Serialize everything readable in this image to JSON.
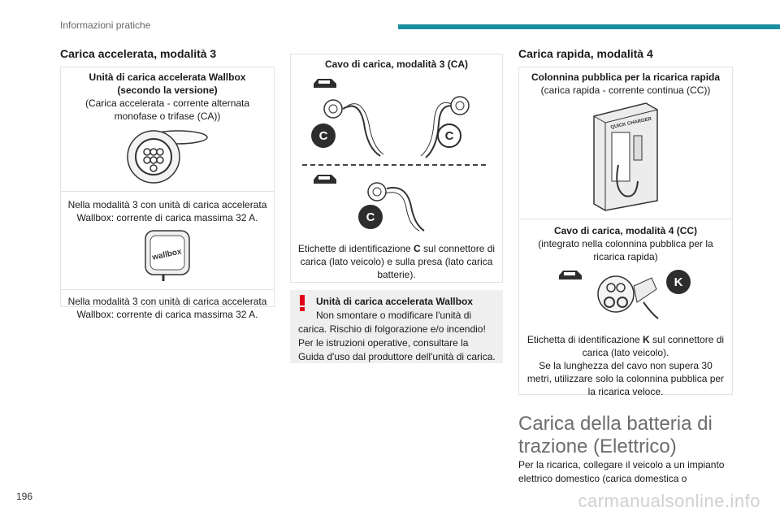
{
  "header": {
    "section": "Informazioni pratiche"
  },
  "page_number": "196",
  "watermark": "carmanualsonline.info",
  "col1": {
    "title": "Carica accelerata, modalità 3",
    "cell1": {
      "title": "Unità di carica accelerata Wallbox (secondo la versione)",
      "desc": "(Carica accelerata - corrente alternata monofase o trifase (CA))"
    },
    "cell2": {
      "desc": "Nella modalità 3 con unità di carica accelerata Wallbox: corrente di carica massima 32 A."
    },
    "cell3": {
      "desc": "Nella modalità 3 con unità di carica accelerata Wallbox: corrente di carica massima 32 A."
    },
    "wallbox_logo": "wallbox"
  },
  "col2": {
    "cable_title": "Cavo di carica, modalità 3 (CA)",
    "label_c": "C",
    "caption_pre": "Etichette di identificazione ",
    "caption_bold": "C",
    "caption_post": " sul connettore di carica (lato veicolo) e sulla presa (lato carica batterie).",
    "warning": {
      "title": "Unità di carica accelerata Wallbox",
      "line1": "Non smontare o modificare l'unità di",
      "rest": "carica. Rischio di folgorazione e/o incendio! Per le istruzioni operative, consultare la Guida d'uso dal produttore dell'unità di carica."
    }
  },
  "col3": {
    "title": "Carica rapida, modalità 4",
    "cell1": {
      "title": "Colonnina pubblica per la ricarica rapida",
      "desc": "(carica rapida - corrente continua (CC))"
    },
    "charger_sign": "QUICK CHARGER",
    "cell2": {
      "title": "Cavo di carica, modalità 4 (CC)",
      "desc": "(integrato nella colonnina pubblica per la ricarica rapida)"
    },
    "label_k": "K",
    "caption_pre": "Etichetta di identificazione  ",
    "caption_bold": "K",
    "caption_post": "  sul connettore di carica (lato veicolo).",
    "caption2": "Se la lunghezza del cavo non supera 30 metri, utilizzare solo la colonnina pubblica per la ricarica veloce.",
    "big_title": "Carica della batteria di trazione (Elettrico)",
    "body": "Per la ricarica, collegare il veicolo a un impianto elettrico domestico (carica domestica o"
  },
  "colors": {
    "accent": "#1b8fa0",
    "warning": "#e2001a"
  }
}
